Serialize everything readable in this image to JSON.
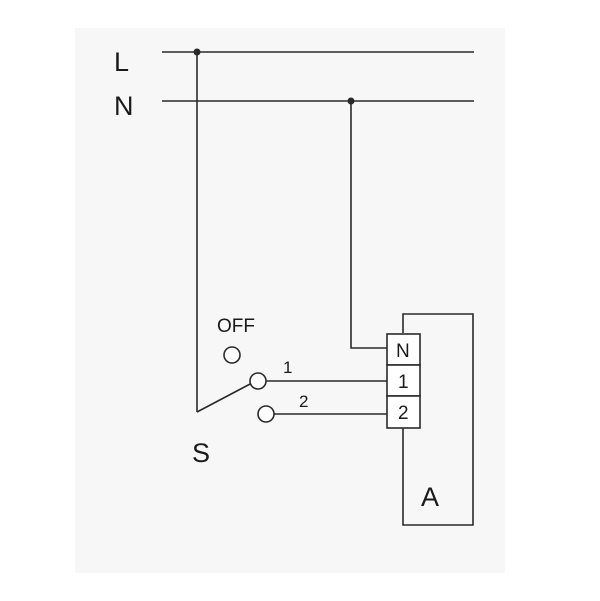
{
  "lines": {
    "phase_label": "L",
    "neutral_label": "N"
  },
  "switch": {
    "label": "S",
    "off_label": "OFF",
    "position_1_label": "1",
    "position_2_label": "2"
  },
  "terminal_block": {
    "terminals": [
      "N",
      "1",
      "2"
    ]
  },
  "device": {
    "label": "A"
  }
}
